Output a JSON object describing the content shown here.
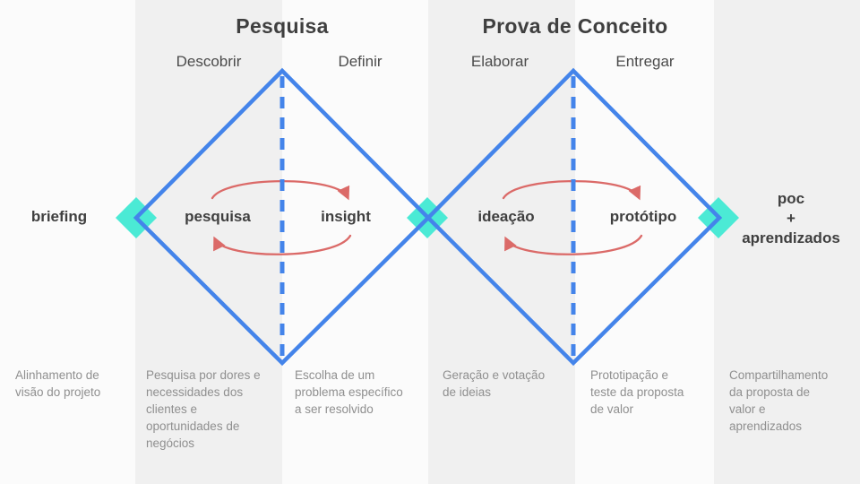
{
  "colors": {
    "blue": "#4484EA",
    "teal": "#4BEAD5",
    "red": "#DB6A68",
    "text_dark": "#3F3F3F",
    "text_phase": "#4B4B4B",
    "text_desc": "#8F8F8F",
    "stripe_light": "#FBFBFB",
    "stripe_dark": "#F0F0F0"
  },
  "sections": [
    {
      "title": "Pesquisa",
      "phases": [
        "Descobrir",
        "Definir"
      ]
    },
    {
      "title": "Prova de Conceito",
      "phases": [
        "Elaborar",
        "Entregar"
      ]
    }
  ],
  "milestones": {
    "start": "briefing",
    "end": "poc\n+\naprendizados"
  },
  "keywords": [
    "pesquisa",
    "insight",
    "ideação",
    "protótipo"
  ],
  "descriptions": [
    "Alinhamento de\nvisão do projeto",
    "Pesquisa por dores e\nnecessidades dos\nclientes e\noportunidades de\nnegócios",
    "Escolha de um\nproblema específico\na ser resolvido",
    "Geração e votação\nde ideias",
    "Prototipação e\nteste da proposta\nde valor",
    "Compartilhamento\nda proposta de\nvalor e\naprendizados"
  ]
}
